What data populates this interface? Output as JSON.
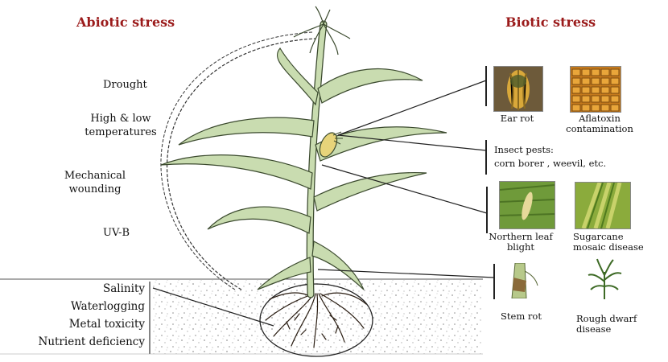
{
  "headers": {
    "abiotic": "Abiotic stress",
    "biotic": "Biotic stress"
  },
  "abiotic_items": {
    "drought": "Drought",
    "temperature_line1": "High & low",
    "temperature_line2": "temperatures",
    "wounding_line1": "Mechanical",
    "wounding_line2": "wounding",
    "uvb": "UV-B"
  },
  "soil_items": [
    "Salinity",
    "Waterlogging",
    "Metal toxicity",
    "Nutrient deficiency"
  ],
  "biotic_items": {
    "ear_rot": "Ear rot",
    "aflatoxin_line1": "Aflatoxin",
    "aflatoxin_line2": "contamination",
    "insect_line1": "Insect pests:",
    "insect_line2": "corn borer , weevil, etc.",
    "northern_line1": "Northern leaf",
    "northern_line2": "blight",
    "sugarcane_line1": "Sugarcane",
    "sugarcane_line2": "mosaic disease",
    "stem_rot": "Stem rot",
    "rough_line1": "Rough dwarf",
    "rough_line2": "disease"
  },
  "colors": {
    "header": "#9b1b1b",
    "leaf": "#c9dcb0",
    "leaf_stroke": "#3b4a2e",
    "soil_dots": "#9a9a9a",
    "root": "#2a1d12"
  }
}
